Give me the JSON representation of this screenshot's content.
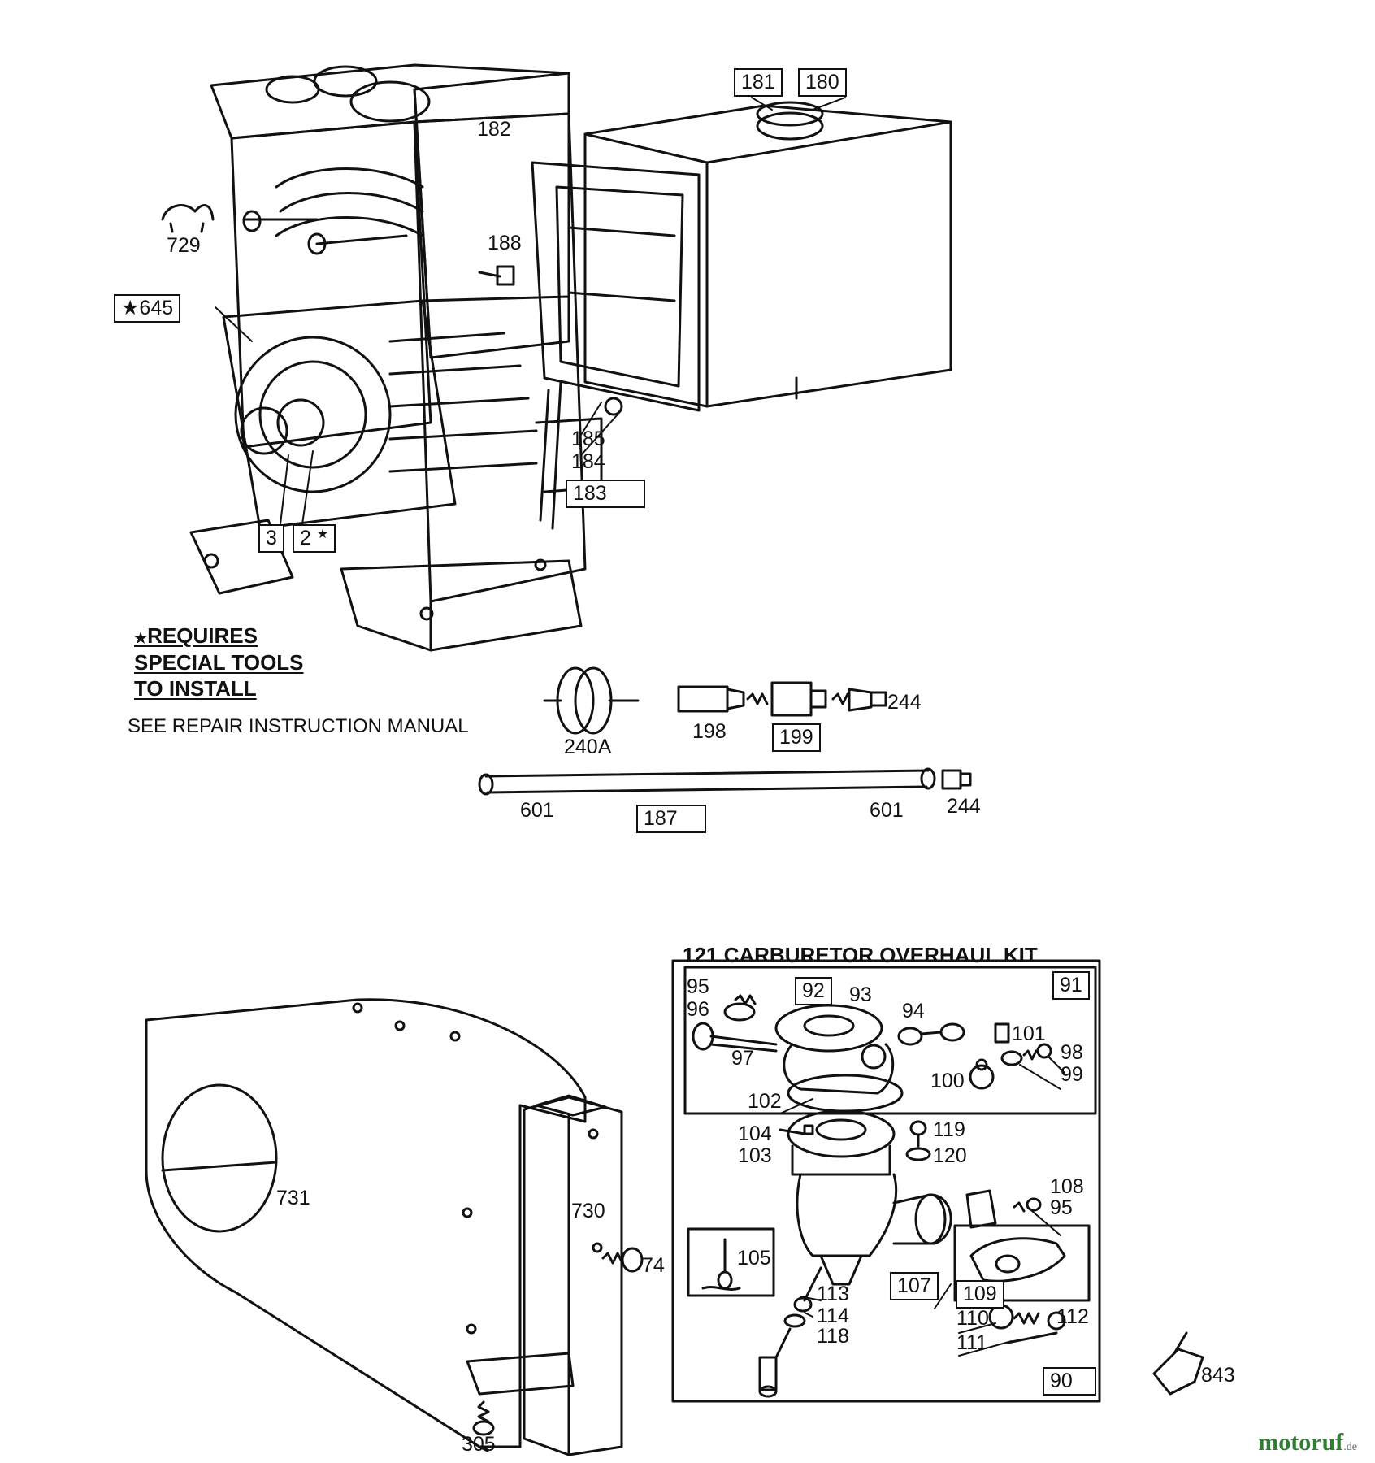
{
  "labels": {
    "p181": "181",
    "p180": "180",
    "p182": "182",
    "p188": "188",
    "p729": "729",
    "p645": "645",
    "p185": "185",
    "p184": "184",
    "p183": "183",
    "p3": "3",
    "p2": "2",
    "p240a": "240A",
    "p198": "198",
    "p199": "199",
    "p244a": "244",
    "p244b": "244",
    "p601a": "601",
    "p601b": "601",
    "p187": "187",
    "p731": "731",
    "p730": "730",
    "p74": "74",
    "p305": "305",
    "p95a": "95",
    "p96": "96",
    "p92": "92",
    "p93": "93",
    "p94": "94",
    "p91": "91",
    "p97": "97",
    "p101": "101",
    "p98": "98",
    "p99": "99",
    "p100": "100",
    "p102": "102",
    "p104": "104",
    "p103": "103",
    "p119": "119",
    "p120": "120",
    "p108": "108",
    "p95b": "95",
    "p105": "105",
    "p107": "107",
    "p109": "109",
    "p113": "113",
    "p114": "114",
    "p118": "118",
    "p110": "110",
    "p111": "111",
    "p112": "112",
    "p90": "90",
    "p843": "843"
  },
  "star_symbol": "★",
  "notes": {
    "requires_line1": "REQUIRES",
    "requires_line2": "SPECIAL TOOLS",
    "requires_line3": "TO INSTALL",
    "repair_manual": "SEE REPAIR INSTRUCTION MANUAL"
  },
  "kit_title": "121 CARBURETOR OVERHAUL KIT",
  "watermark": {
    "brand": "motoruf",
    "tld": ".de"
  }
}
